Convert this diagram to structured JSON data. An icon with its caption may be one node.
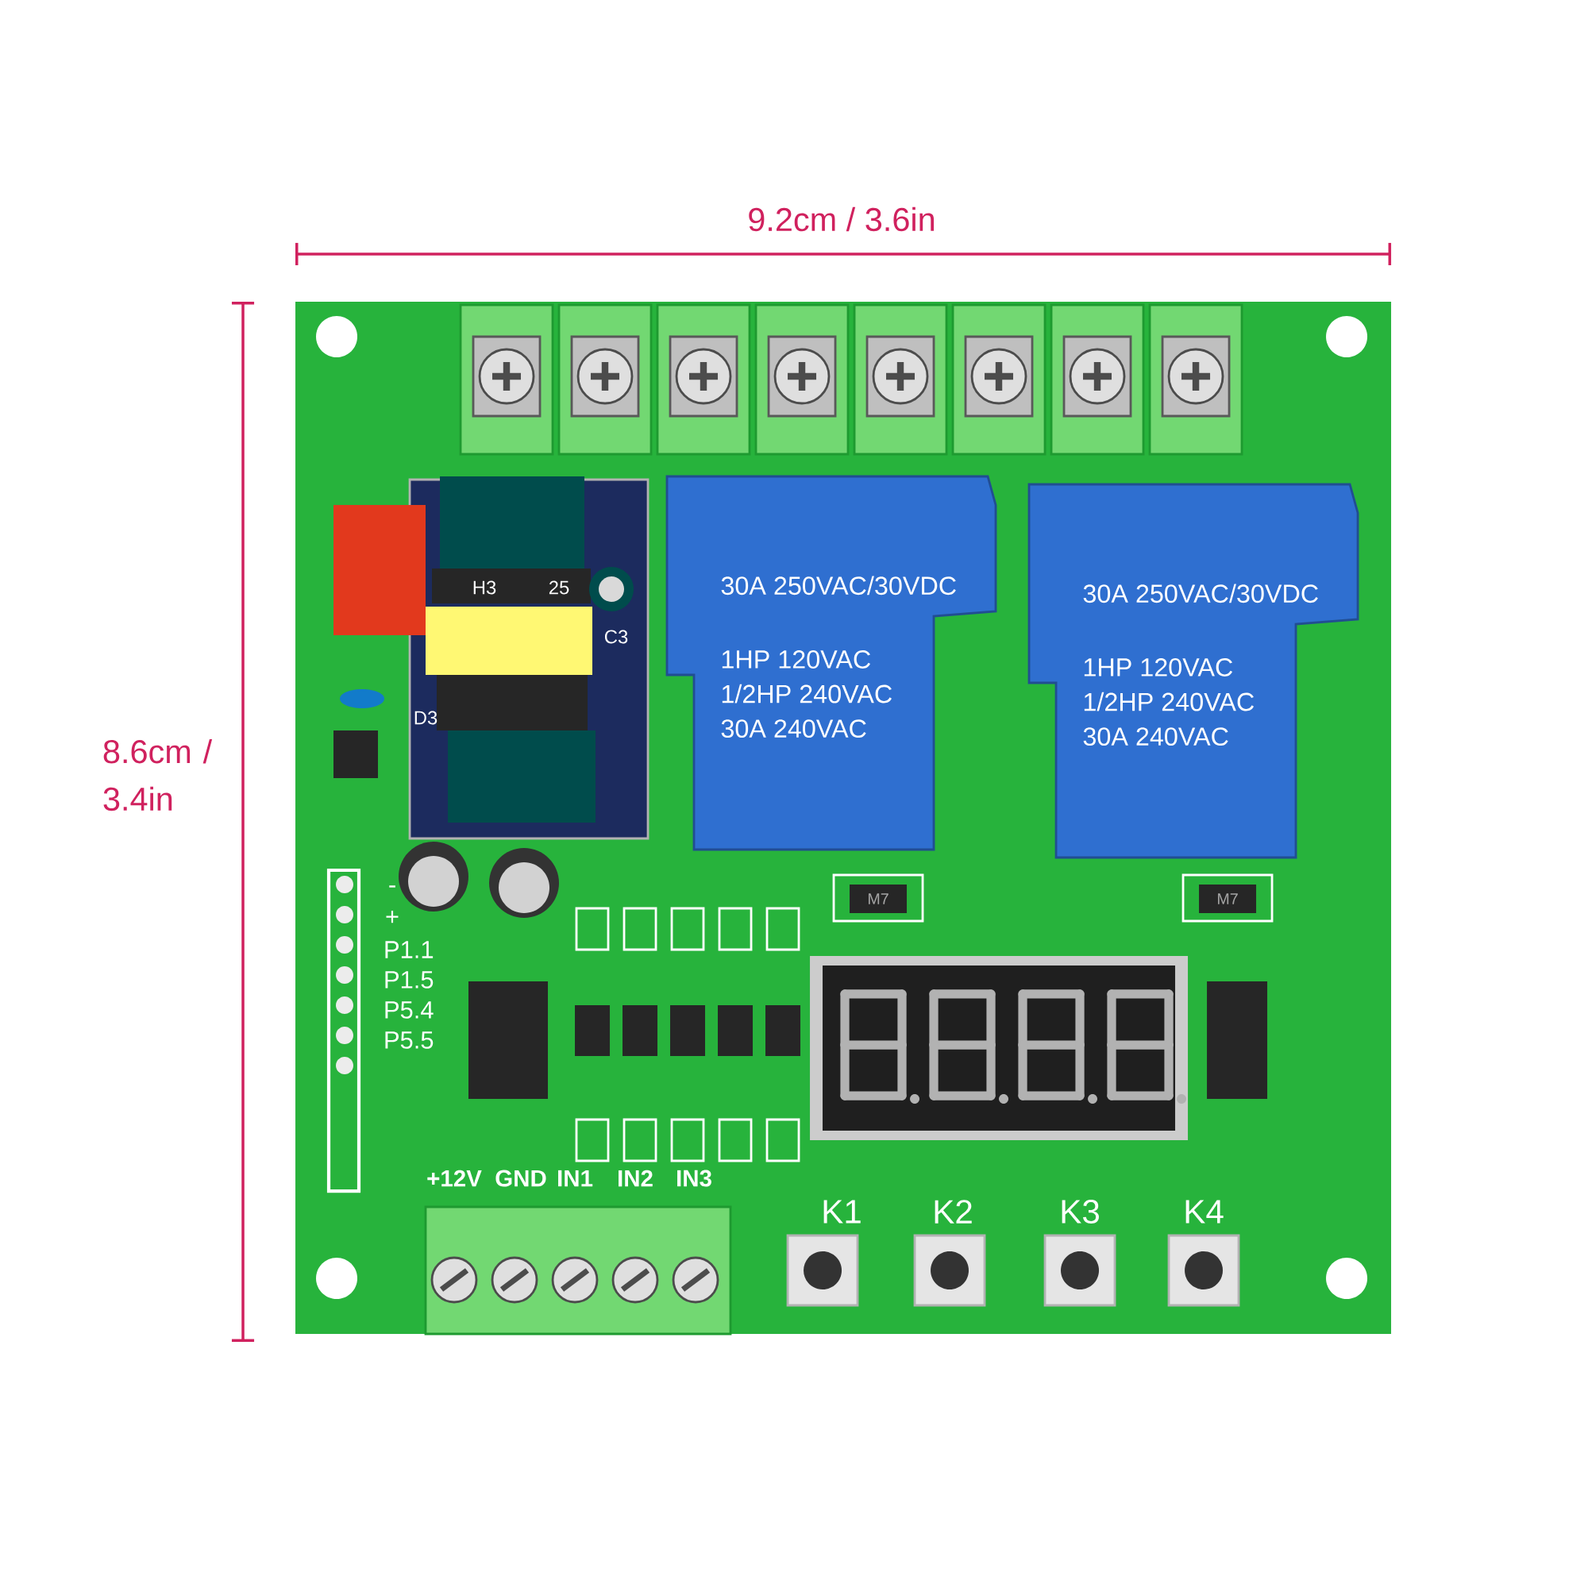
{
  "diagram": {
    "nodes": [
      {
        "text": [
          "30A 250VAC/30VDC",
          "1HP 120VAC",
          "1/2HP 240VAC",
          "30A 240VAC"
        ]
      },
      {
        "text": [
          "30A 250VAC/30VDC",
          "1HP 120VAC",
          "1/2HP 240VAC",
          "30A 240VAC"
        ]
      }
    ],
    "labels": [
      "9.2cm / 3.6in",
      "8.6cm / 3.4in",
      "H3",
      "25",
      "C3",
      "D3",
      "-",
      "+",
      "P1.1",
      "P1.5",
      "P5.4",
      "P5.5",
      "M7",
      "M7",
      "+12V",
      "GND",
      "IN1",
      "IN2",
      "IN3",
      "K1",
      "K2",
      "K3",
      "K4"
    ]
  }
}
